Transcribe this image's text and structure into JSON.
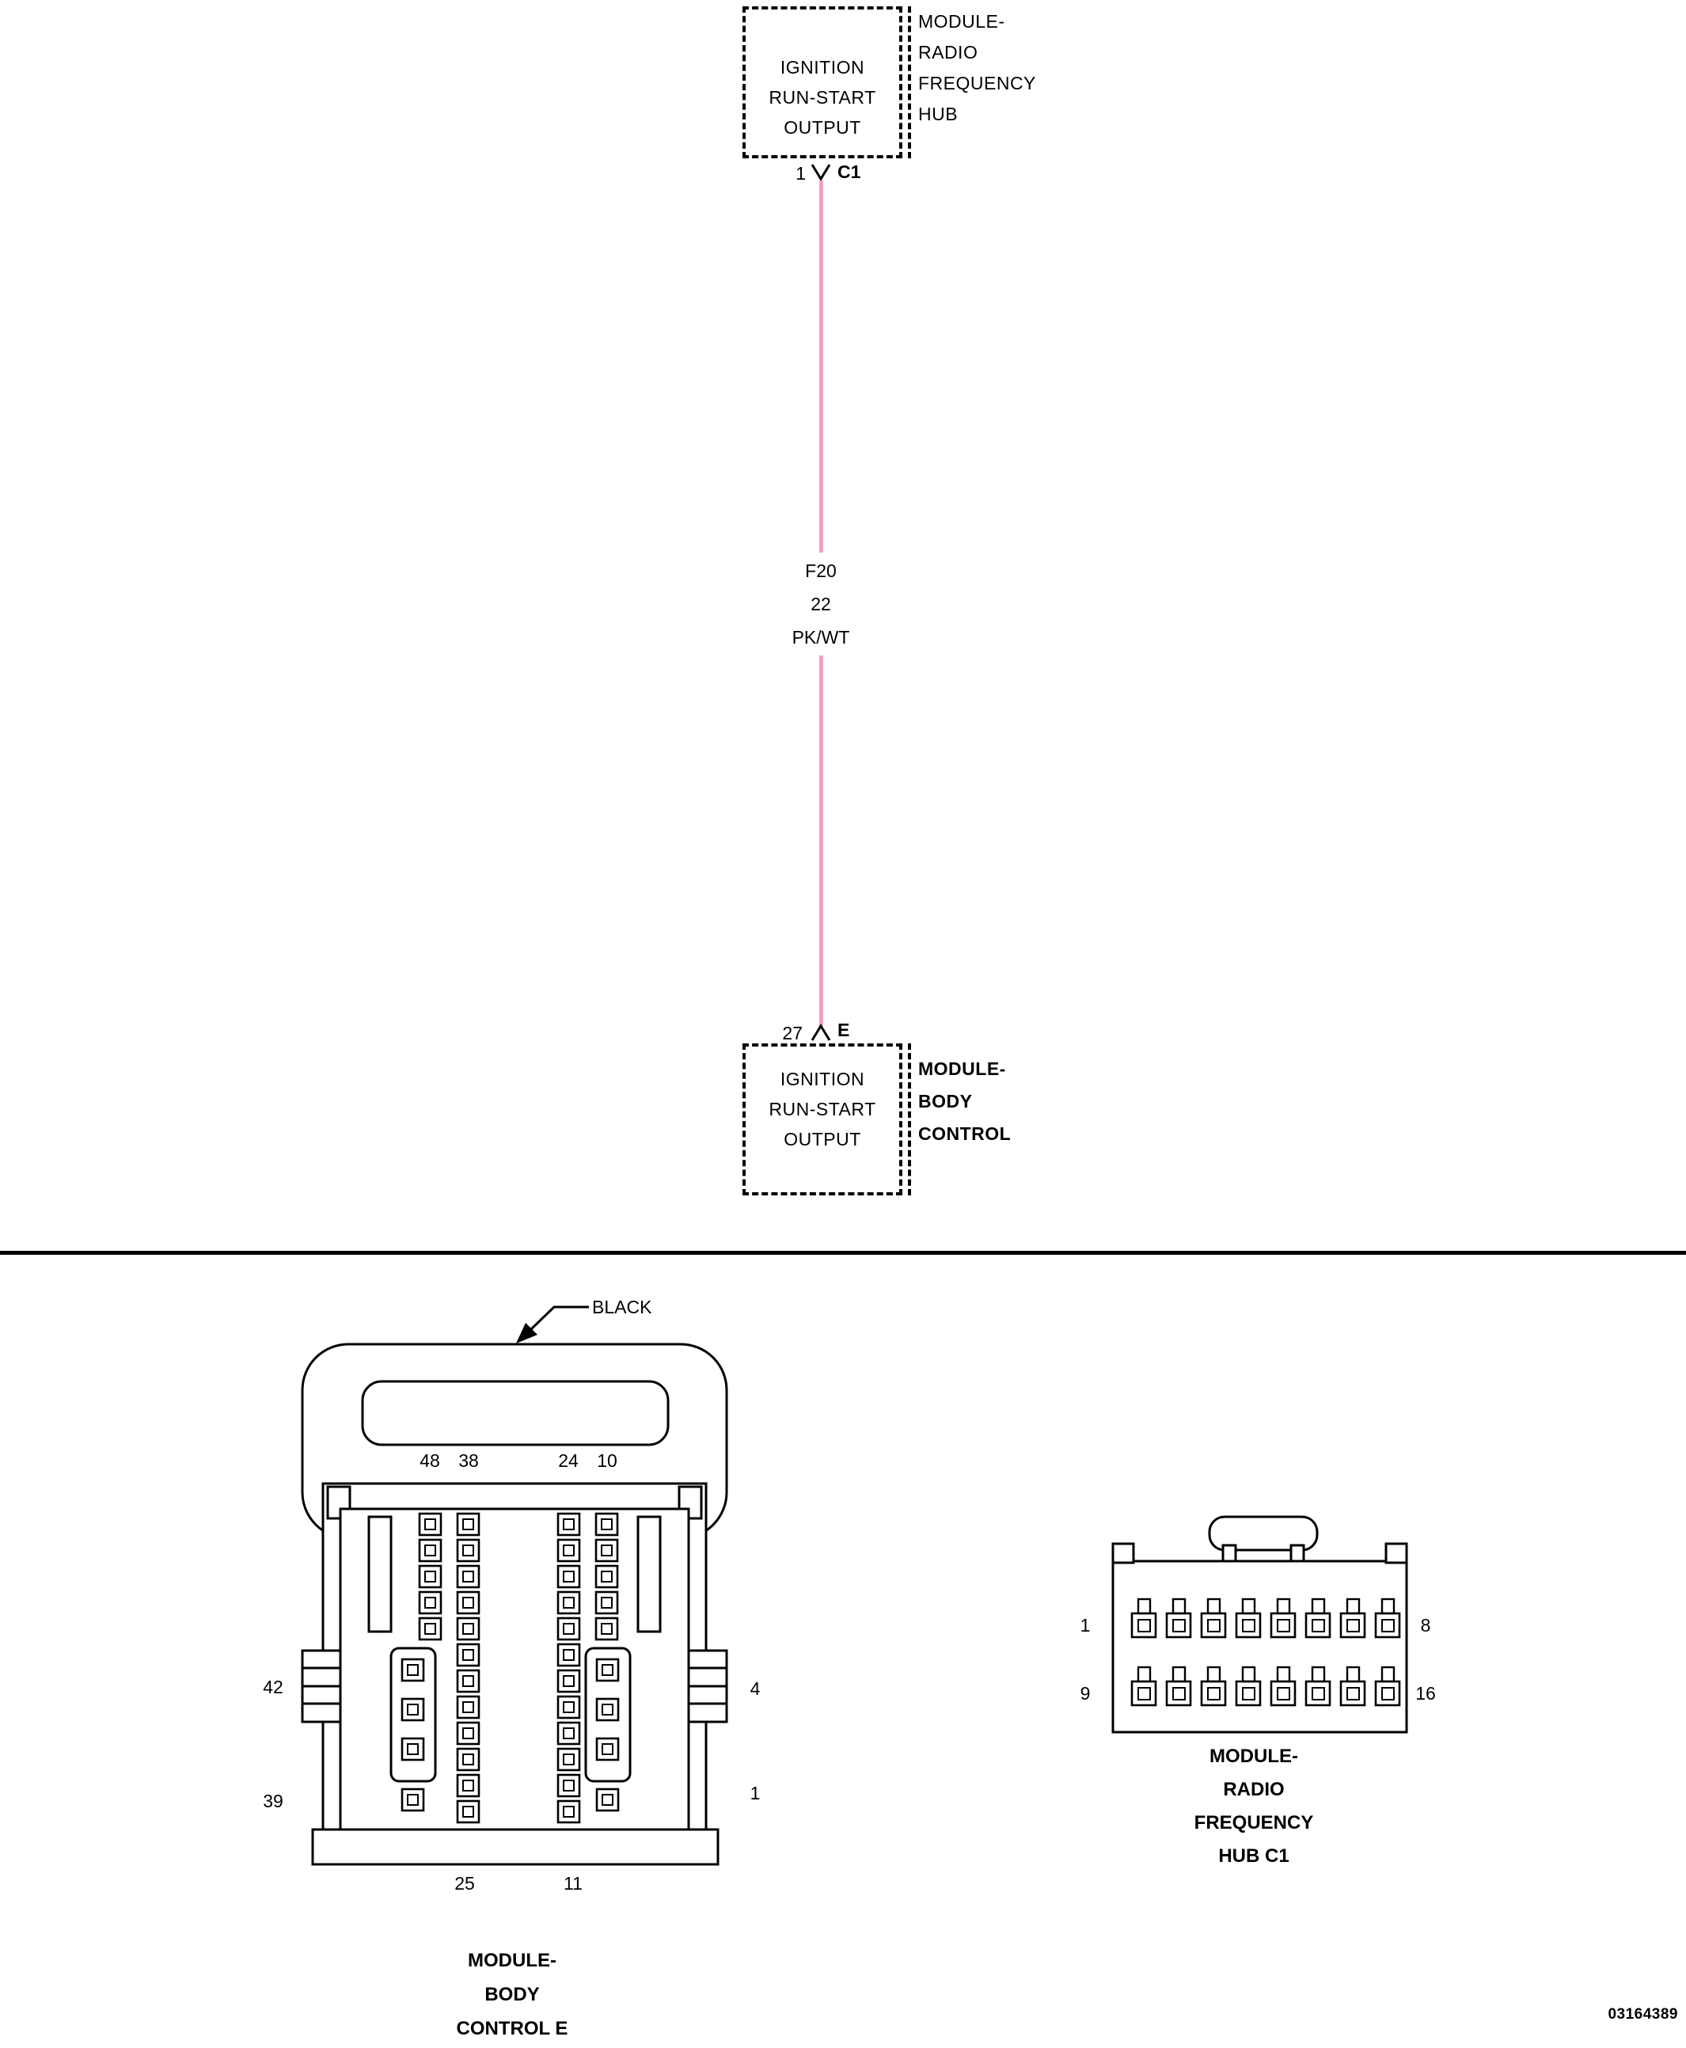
{
  "page": {
    "background": "#ffffff",
    "line_color": "#000000"
  },
  "schematic": {
    "top_component": {
      "function_lines": [
        "IGNITION",
        "RUN-START",
        "OUTPUT"
      ],
      "module_lines": [
        "MODULE-",
        "RADIO",
        "FREQUENCY",
        "HUB"
      ],
      "pin_number": "1",
      "connector_id": "C1"
    },
    "wire": {
      "circuit": "F20",
      "gauge": "22",
      "color_code": "PK/WT",
      "color_hex": "#f99eb8"
    },
    "bottom_component": {
      "pin_number": "27",
      "connector_id": "E",
      "function_lines": [
        "IGNITION",
        "RUN-START",
        "OUTPUT"
      ],
      "module_lines": [
        "MODULE-",
        "BODY",
        "CONTROL"
      ]
    }
  },
  "connector_detail": {
    "body_control": {
      "color_callout": "BLACK",
      "pin_labels": {
        "top_outer_left": "48",
        "top_inner_left": "38",
        "top_inner_right": "24",
        "top_outer_right": "10",
        "mid_left": "42",
        "mid_right": "4",
        "bottom_left": "39",
        "bottom_right": "1",
        "lower_left": "25",
        "lower_right": "11"
      },
      "caption_lines": [
        "MODULE-",
        "BODY",
        "CONTROL E"
      ]
    },
    "rf_hub": {
      "pin_labels": {
        "row1_left": "1",
        "row1_right": "8",
        "row2_left": "9",
        "row2_right": "16"
      },
      "caption_lines": [
        "MODULE-",
        "RADIO",
        "FREQUENCY",
        "HUB C1"
      ]
    }
  },
  "footer": {
    "doc_number": "03164389"
  }
}
